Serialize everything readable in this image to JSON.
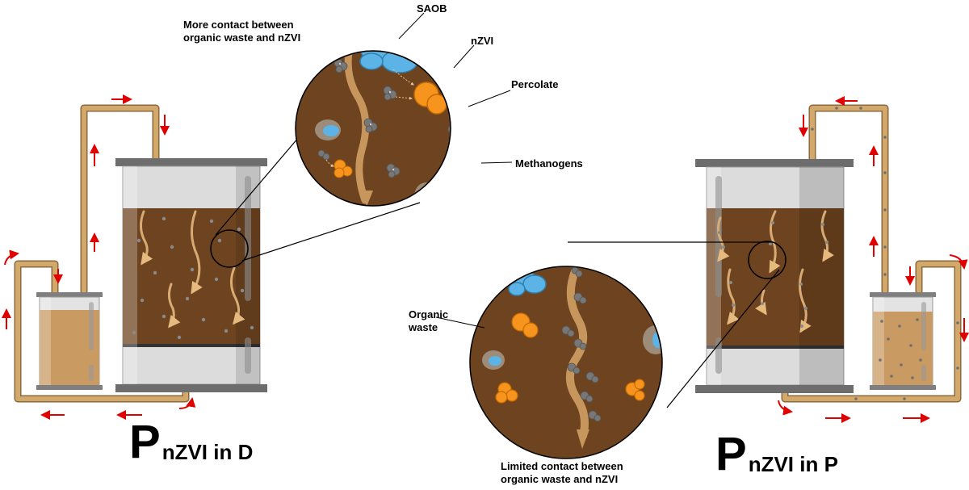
{
  "colors": {
    "waste": "#6e4420",
    "pipe": "#d3a96b",
    "pipe_edge": "#8a6a3e",
    "arrow": "#e00000",
    "glass": "#d9d9d9",
    "cap": "#7f7f7f",
    "percolate_tank": "#c99a62",
    "saob": "#5bb4e5",
    "methanogen": "#f7941d",
    "nzvi": "#7a7a7a"
  },
  "labels": {
    "top_contact_line1": "More contact between",
    "top_contact_line2": "organic waste and nZVI",
    "saob": "SAOB",
    "nzvi": "nZVI",
    "percolate": "Percolate",
    "methanogens": "Methanogens",
    "organic_line1": "Organic",
    "organic_line2": "waste",
    "bottom_contact_line1": "Limited contact between",
    "bottom_contact_line2": "organic waste and nZVI"
  },
  "titles": {
    "left_main": "P",
    "left_sub": "nZVI in D",
    "right_main": "P",
    "right_sub": "nZVI in P"
  }
}
